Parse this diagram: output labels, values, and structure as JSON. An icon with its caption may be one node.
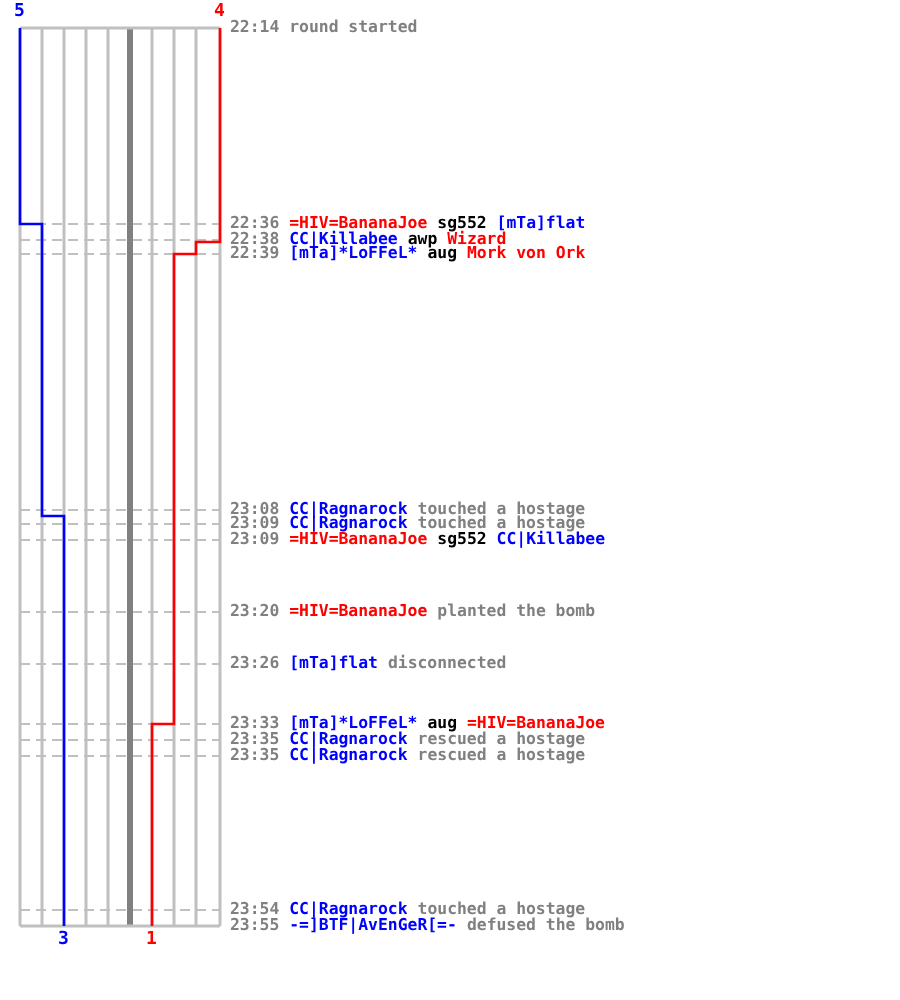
{
  "diagram": {
    "labels": [
      "5",
      "4",
      "22:14",
      "round started",
      "22:36",
      "=HIV=BananaJoe",
      "sg552",
      "[mTa]flat",
      "22:38",
      "CC|Killabee",
      "awp",
      "Wizard",
      "22:39",
      "[mTa]*LoFFeL*",
      "aug",
      "Mork von Ork",
      "23:08",
      "CC|Ragnarock",
      "touched a hostage",
      "23:09",
      "CC|Ragnarock",
      "touched a hostage",
      "23:09",
      "=HIV=BananaJoe",
      "sg552",
      "CC|Killabee",
      "23:20",
      "=HIV=BananaJoe",
      "planted the bomb",
      "23:26",
      "[mTa]flat",
      "disconnected",
      "23:33",
      "[mTa]*LoFFeL*",
      "aug",
      "=HIV=BananaJoe",
      "23:35",
      "CC|Ragnarock",
      "rescued a hostage",
      "23:35",
      "CC|Ragnarock",
      "rescued a hostage",
      "23:54",
      "CC|Ragnarock",
      "touched a hostage",
      "23:55",
      "-=]BTF|AvEnGeR[=-",
      "defused the bomb",
      "3",
      "1"
    ]
  }
}
